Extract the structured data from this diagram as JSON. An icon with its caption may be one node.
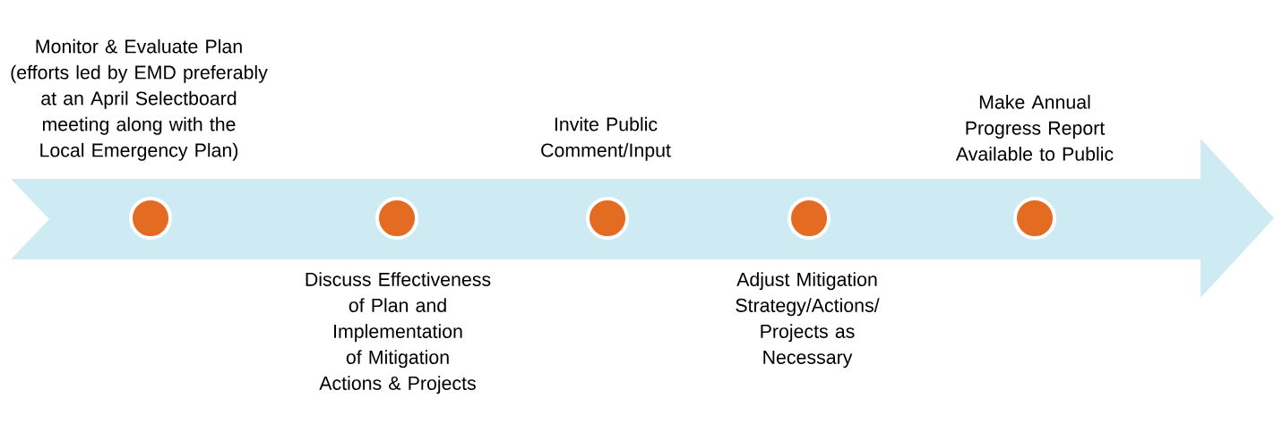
{
  "diagram": {
    "nodes": [
      {
        "text": [],
        "shape": "circle",
        "beside": [
          "Monitor & Evaluate Plan (efforts led by EMD preferably at an April Selectboard meeting along with the Local Emergency Plan)"
        ]
      },
      {
        "text": [],
        "shape": "circle",
        "beside": [
          "Discuss Effectiveness of Plan and Implementation of Mitigation Actions & Projects"
        ]
      },
      {
        "text": [],
        "shape": "circle",
        "beside": [
          "Invite Public Comment/Input"
        ]
      },
      {
        "text": [],
        "shape": "circle",
        "beside": [
          "Adjust Mitigation Strategy/Actions/ Projects as Necessary"
        ]
      },
      {
        "text": [],
        "shape": "circle",
        "beside": [
          "Make Annual Progress Report Available to Public"
        ]
      }
    ]
  }
}
